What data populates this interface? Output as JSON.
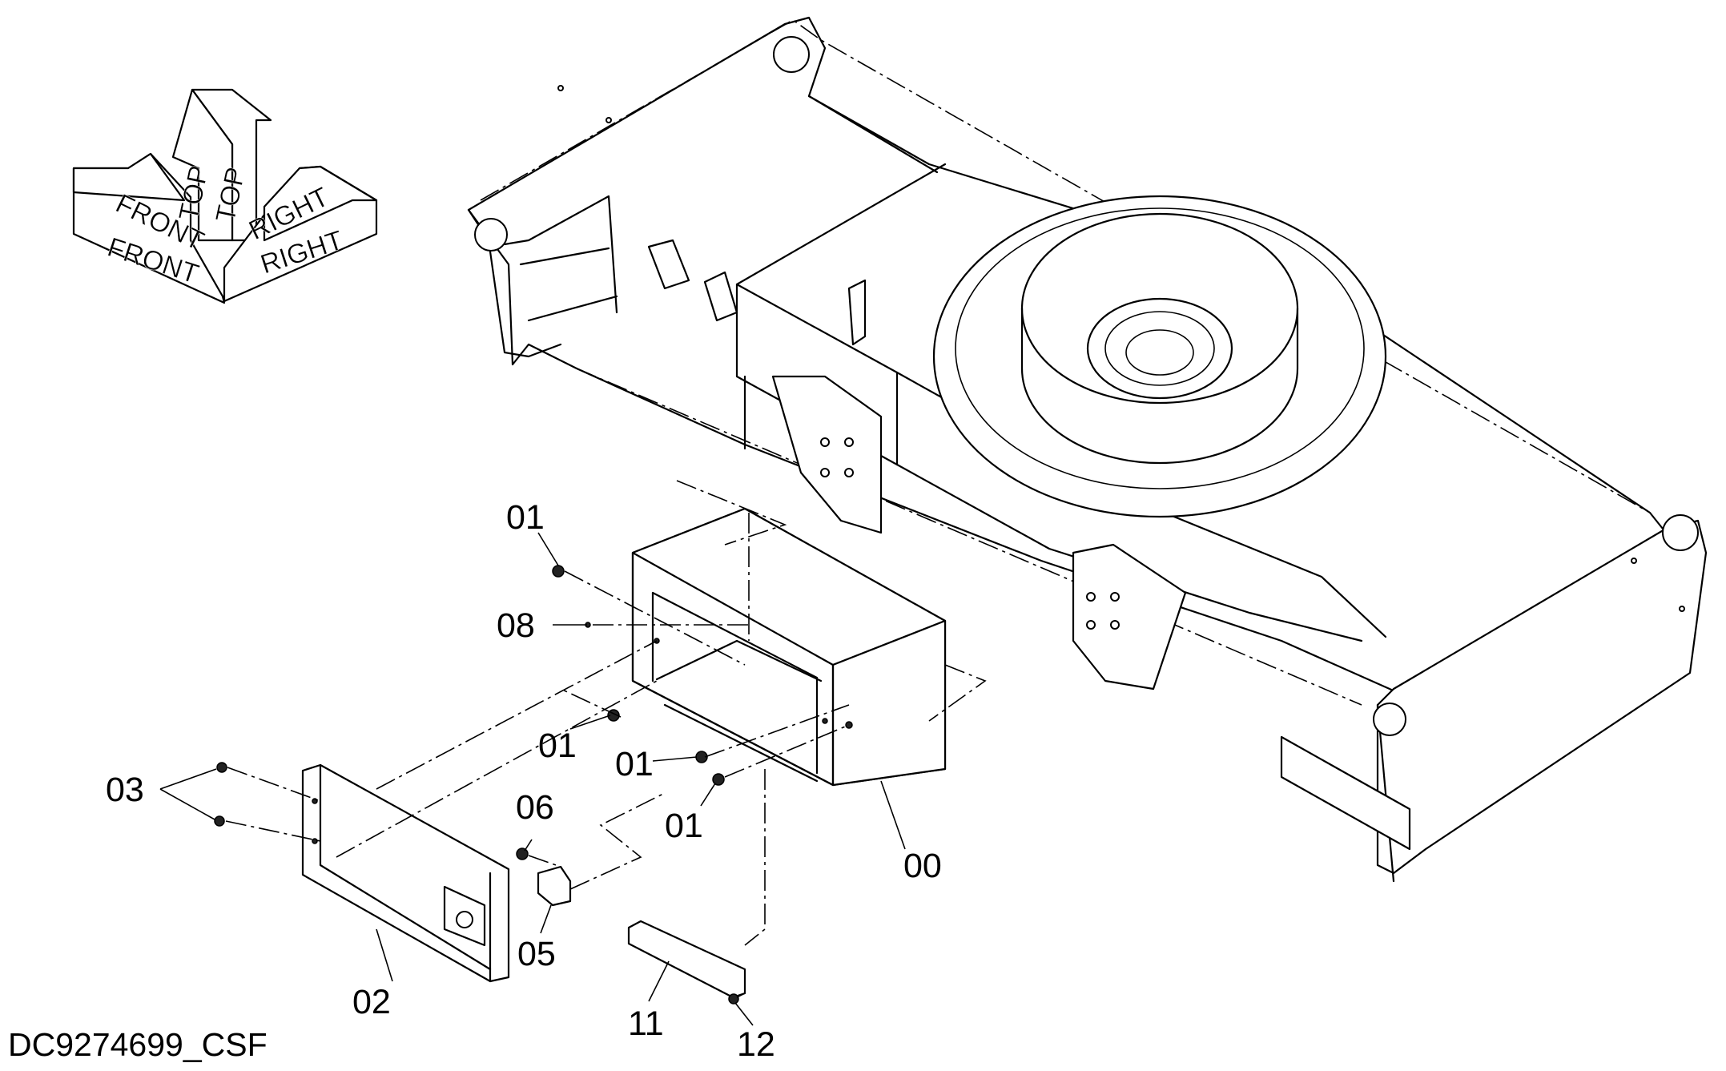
{
  "drawing": {
    "code": "DC9274699_CSF",
    "orientation": {
      "front": "FRONT",
      "top": "TOP",
      "right": "RIGHT"
    },
    "parts": {
      "p00": "00",
      "p01a": "01",
      "p01b": "01",
      "p01c": "01",
      "p01d": "01",
      "p02": "02",
      "p03": "03",
      "p05": "05",
      "p06": "06",
      "p08": "08",
      "p11": "11",
      "p12": "12"
    }
  }
}
